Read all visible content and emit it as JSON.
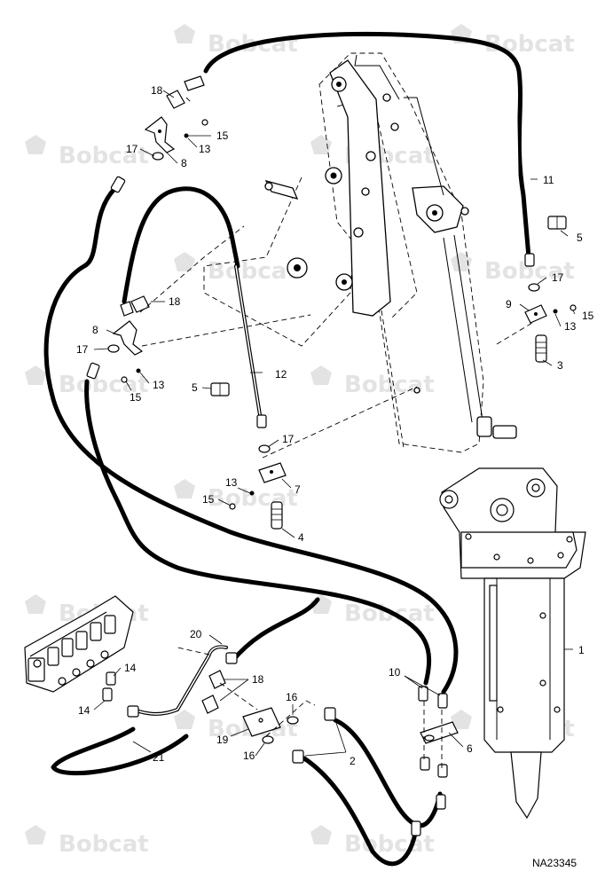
{
  "watermark": "Bobcat",
  "figure_id": "NA23345",
  "callouts": [
    "18",
    "15",
    "13",
    "17",
    "8",
    "11",
    "5",
    "17",
    "9",
    "15",
    "13",
    "3",
    "8",
    "18",
    "17",
    "13",
    "15",
    "12",
    "5",
    "17",
    "13",
    "7",
    "15",
    "4",
    "1",
    "20",
    "14",
    "14",
    "18",
    "10",
    "16",
    "6",
    "19",
    "16",
    "2",
    "21"
  ]
}
